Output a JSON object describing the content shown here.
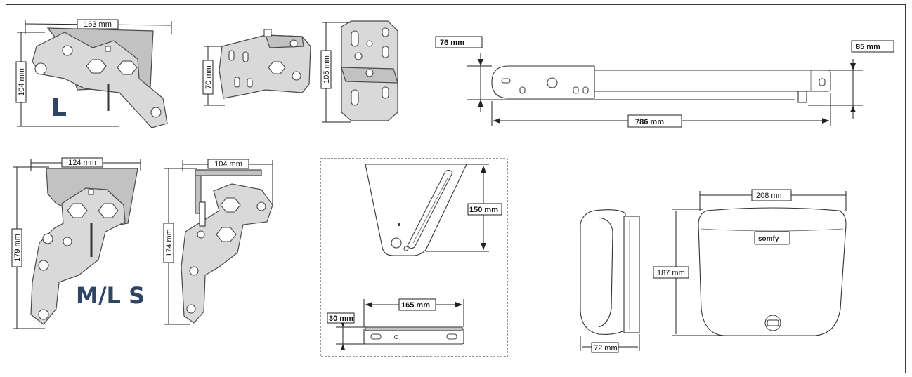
{
  "bracket_L": {
    "width": "163 mm",
    "height": "104 mm",
    "mark": "L"
  },
  "bracket_70": {
    "height": "70 mm"
  },
  "bracket_105": {
    "height": "105 mm"
  },
  "arm": {
    "left_height": "76 mm",
    "right_height": "85 mm",
    "length": "786 mm"
  },
  "bracket_MLS_left": {
    "width": "124 mm",
    "height": "179 mm"
  },
  "bracket_MLS_right": {
    "width": "104 mm",
    "height": "174 mm"
  },
  "mark_MLS": "M/L S",
  "fix_plate": {
    "height": "150 mm",
    "length": "165 mm",
    "depth": "30 mm"
  },
  "motor": {
    "depth": "72 mm",
    "width": "208 mm",
    "height": "187 mm",
    "brand": "somfy"
  }
}
